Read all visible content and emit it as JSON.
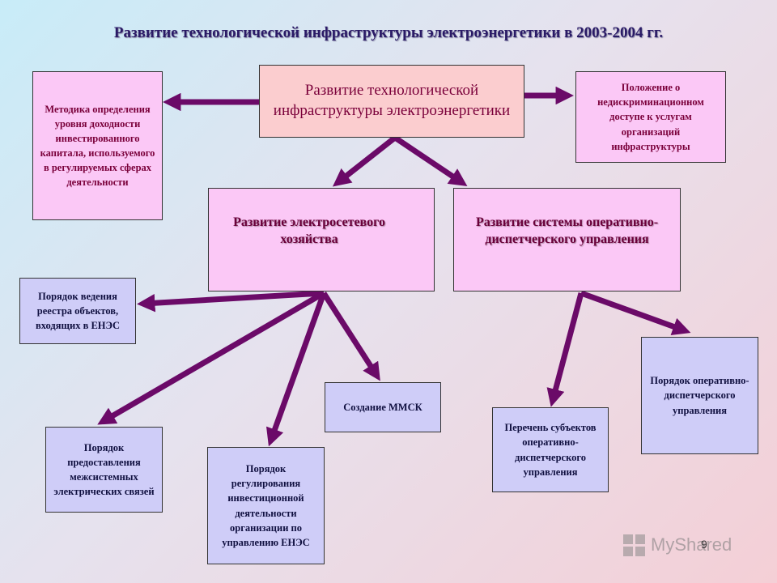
{
  "title": "Развитие технологической инфраструктуры электроэнергетики в 2003-2004 гг.",
  "boxes": {
    "main": "Развитие технологической инфраструктуры электроэнергетики",
    "left_method": "Методика определения уровня доходности инвестированного капитала, используемого в регулируемых сферах деятельности",
    "right_access": "Положение о недискриминационном доступе к услугам организаций инфраструктуры",
    "grid": "Развитие электросетевого хозяйства",
    "dispatch": "Развитие системы оперативно-диспетчерского управления",
    "registry": "Порядок ведения реестра объектов, входящих в ЕНЭС",
    "intersystem": "Порядок предоставления межсистемных электрических связей",
    "investment": "Порядок регулирования инвестиционной деятельности организации по управлению ЕНЭС",
    "mmsk": "Создание ММСК",
    "subjects": "Перечень субъектов оперативно-диспетчерского управления",
    "dispatch_order": "Порядок оперативно-диспетчерского управления"
  },
  "page_number": "9",
  "watermark": "MyShared",
  "colors": {
    "arrow": "#6b0a68",
    "box_pink": "#fbc8f6",
    "box_salmon": "#fbcdcf",
    "box_lavender": "#cfcdf8"
  }
}
